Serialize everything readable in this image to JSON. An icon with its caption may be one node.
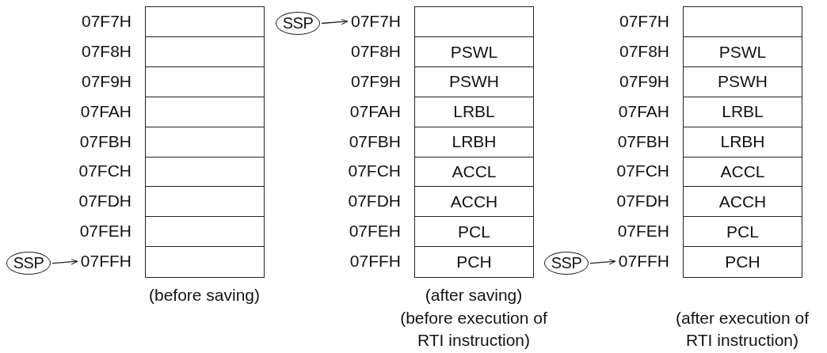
{
  "diagram": {
    "nodes": [
      {
        "text": [],
        "shape": "box",
        "beside": [
          "07F7H"
        ]
      },
      {
        "text": [],
        "shape": "box",
        "beside": [
          "07F8H"
        ]
      },
      {
        "text": [],
        "shape": "box",
        "beside": [
          "07F9H"
        ]
      },
      {
        "text": [],
        "shape": "box",
        "beside": [
          "07FAH"
        ]
      },
      {
        "text": [],
        "shape": "box",
        "beside": [
          "07FBH"
        ]
      },
      {
        "text": [],
        "shape": "box",
        "beside": [
          "07FCH"
        ]
      },
      {
        "text": [],
        "shape": "box",
        "beside": [
          "07FDH"
        ]
      },
      {
        "text": [],
        "shape": "box",
        "beside": [
          "07FEH"
        ]
      },
      {
        "text": [],
        "shape": "box",
        "beside": [
          "07FFH"
        ]
      },
      {
        "text": [
          "SSP"
        ]
      },
      {
        "text": [
          "SSP"
        ]
      },
      {
        "text": [],
        "shape": "box",
        "beside": [
          "07F7H"
        ]
      },
      {
        "text": [
          "PSWL"
        ],
        "beside": [
          "07F8H"
        ]
      },
      {
        "text": [
          "PSWH"
        ],
        "beside": [
          "07F9H"
        ]
      },
      {
        "text": [
          "LRBL"
        ],
        "beside": [
          "07FAH"
        ]
      },
      {
        "text": [
          "LRBH"
        ],
        "beside": [
          "07FBH"
        ]
      },
      {
        "text": [
          "ACCL"
        ],
        "beside": [
          "07FCH"
        ]
      },
      {
        "text": [
          "ACCH"
        ],
        "beside": [
          "07FDH"
        ]
      },
      {
        "text": [
          "PCL"
        ],
        "beside": [
          "07FEH"
        ]
      },
      {
        "text": [
          "PCH"
        ],
        "beside": [
          "07FFH"
        ]
      },
      {
        "text": [],
        "shape": "box",
        "beside": [
          "07F7H"
        ]
      },
      {
        "text": [
          "PSWL"
        ],
        "beside": [
          "07F8H"
        ]
      },
      {
        "text": [
          "PSWH"
        ],
        "beside": [
          "07F9H"
        ]
      },
      {
        "text": [
          "LRBL"
        ],
        "beside": [
          "07FAH"
        ]
      },
      {
        "text": [
          "LRBH"
        ],
        "beside": [
          "07FBH"
        ]
      },
      {
        "text": [
          "ACCL"
        ],
        "beside": [
          "07FCH"
        ]
      },
      {
        "text": [
          "ACCH"
        ],
        "beside": [
          "07FDH"
        ]
      },
      {
        "text": [
          "PCL"
        ],
        "beside": [
          "07FEH"
        ]
      },
      {
        "text": [
          "PCH"
        ],
        "beside": [
          "07FFH"
        ]
      },
      {
        "text": [
          "SSP"
        ]
      }
    ],
    "edges": [
      {
        "from": 9,
        "to": 8,
        "arrow": "to"
      },
      {
        "from": 10,
        "to": 11,
        "arrow": "to"
      },
      {
        "from": 29,
        "to": 28,
        "arrow": "to"
      }
    ],
    "labels": [
      "(before saving)",
      "(after saving)",
      "(before execution of RTI instruction)",
      "(after execution of RTI instruction)"
    ]
  }
}
